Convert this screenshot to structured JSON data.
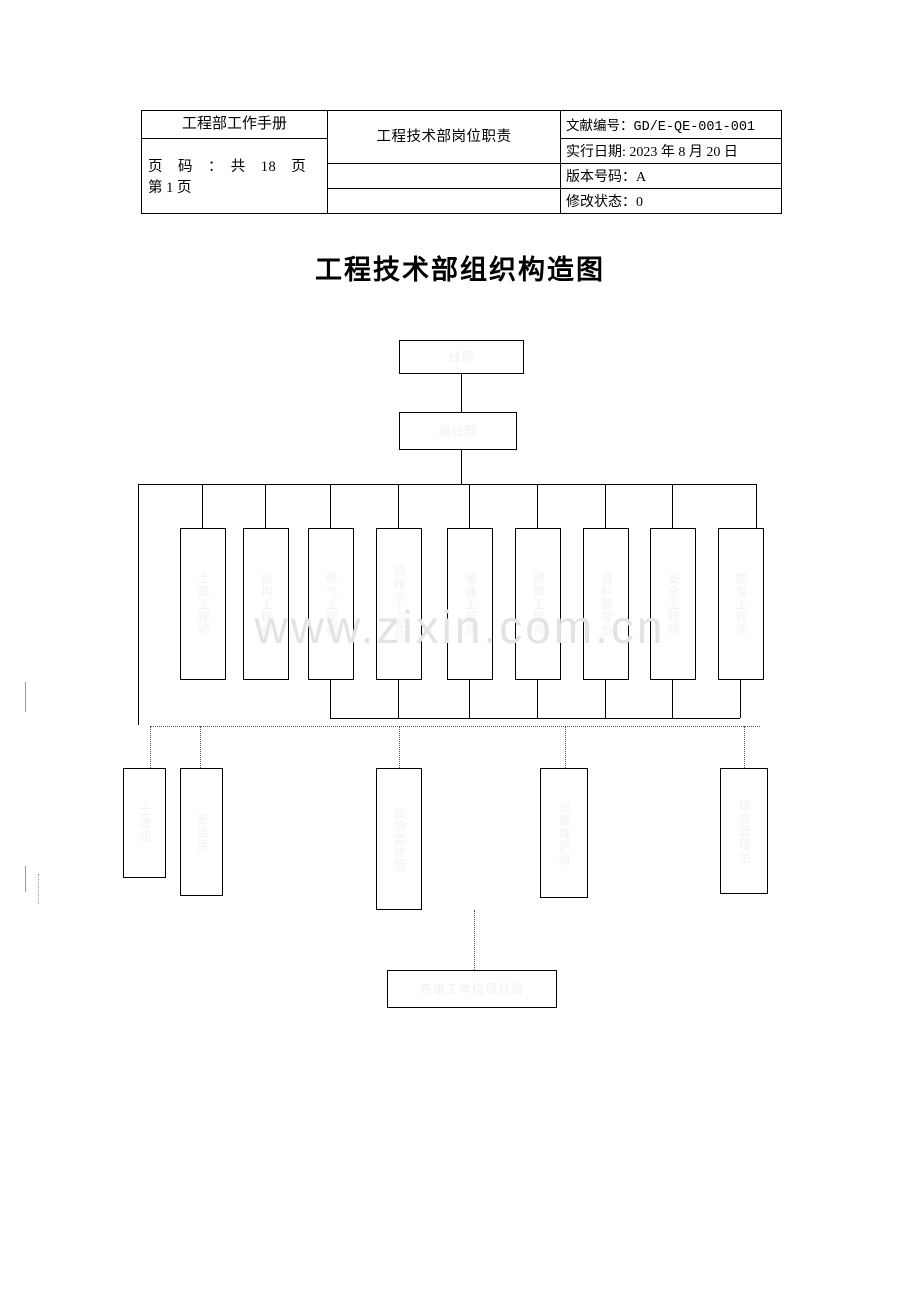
{
  "header": {
    "manual_title": "工程部工作手册",
    "page_label": "页　码　：　共　18　页",
    "page_current": "第 1 页",
    "doc_title": "工程技术部岗位职责",
    "doc_no_label": "文献编号：GD/E-QE-001-001",
    "effective_date": "实行日期: 2023 年 8 月 20 日",
    "version": "版本号码：A",
    "revision": "修改状态：0"
  },
  "page_title": "工程技术部组织构造图",
  "watermark": "www.zixin.com.cn",
  "chart_data": {
    "type": "diagram",
    "title": "工程技术部组织构造图",
    "nodes": [
      {
        "id": "n0",
        "label": "经理",
        "row": "top"
      },
      {
        "id": "n1",
        "label": "副经理",
        "row": "top2"
      },
      {
        "id": "r2a",
        "label": "土建工程师",
        "row": "mid"
      },
      {
        "id": "r2b",
        "label": "结构工程师",
        "row": "mid"
      },
      {
        "id": "r2c",
        "label": "电气工程师",
        "row": "mid"
      },
      {
        "id": "r2d",
        "label": "给排水工程师",
        "row": "mid"
      },
      {
        "id": "r2e",
        "label": "暖通工程师",
        "row": "mid"
      },
      {
        "id": "r2f",
        "label": "预算工程师",
        "row": "mid"
      },
      {
        "id": "r2g",
        "label": "资料管理员",
        "row": "mid"
      },
      {
        "id": "r2h",
        "label": "安全工程师",
        "row": "mid"
      },
      {
        "id": "r2i",
        "label": "质量工程师",
        "row": "mid"
      },
      {
        "id": "r3a",
        "label": "土建组",
        "row": "low"
      },
      {
        "id": "r3b",
        "label": "安装组",
        "row": "low"
      },
      {
        "id": "r3c",
        "label": "装饰装修组",
        "row": "low"
      },
      {
        "id": "r3d",
        "label": "设备维护组",
        "row": "low"
      },
      {
        "id": "r3e",
        "label": "综合管理组",
        "row": "low"
      },
      {
        "id": "n9",
        "label": "各施工单位项目组",
        "row": "bottom"
      }
    ]
  }
}
